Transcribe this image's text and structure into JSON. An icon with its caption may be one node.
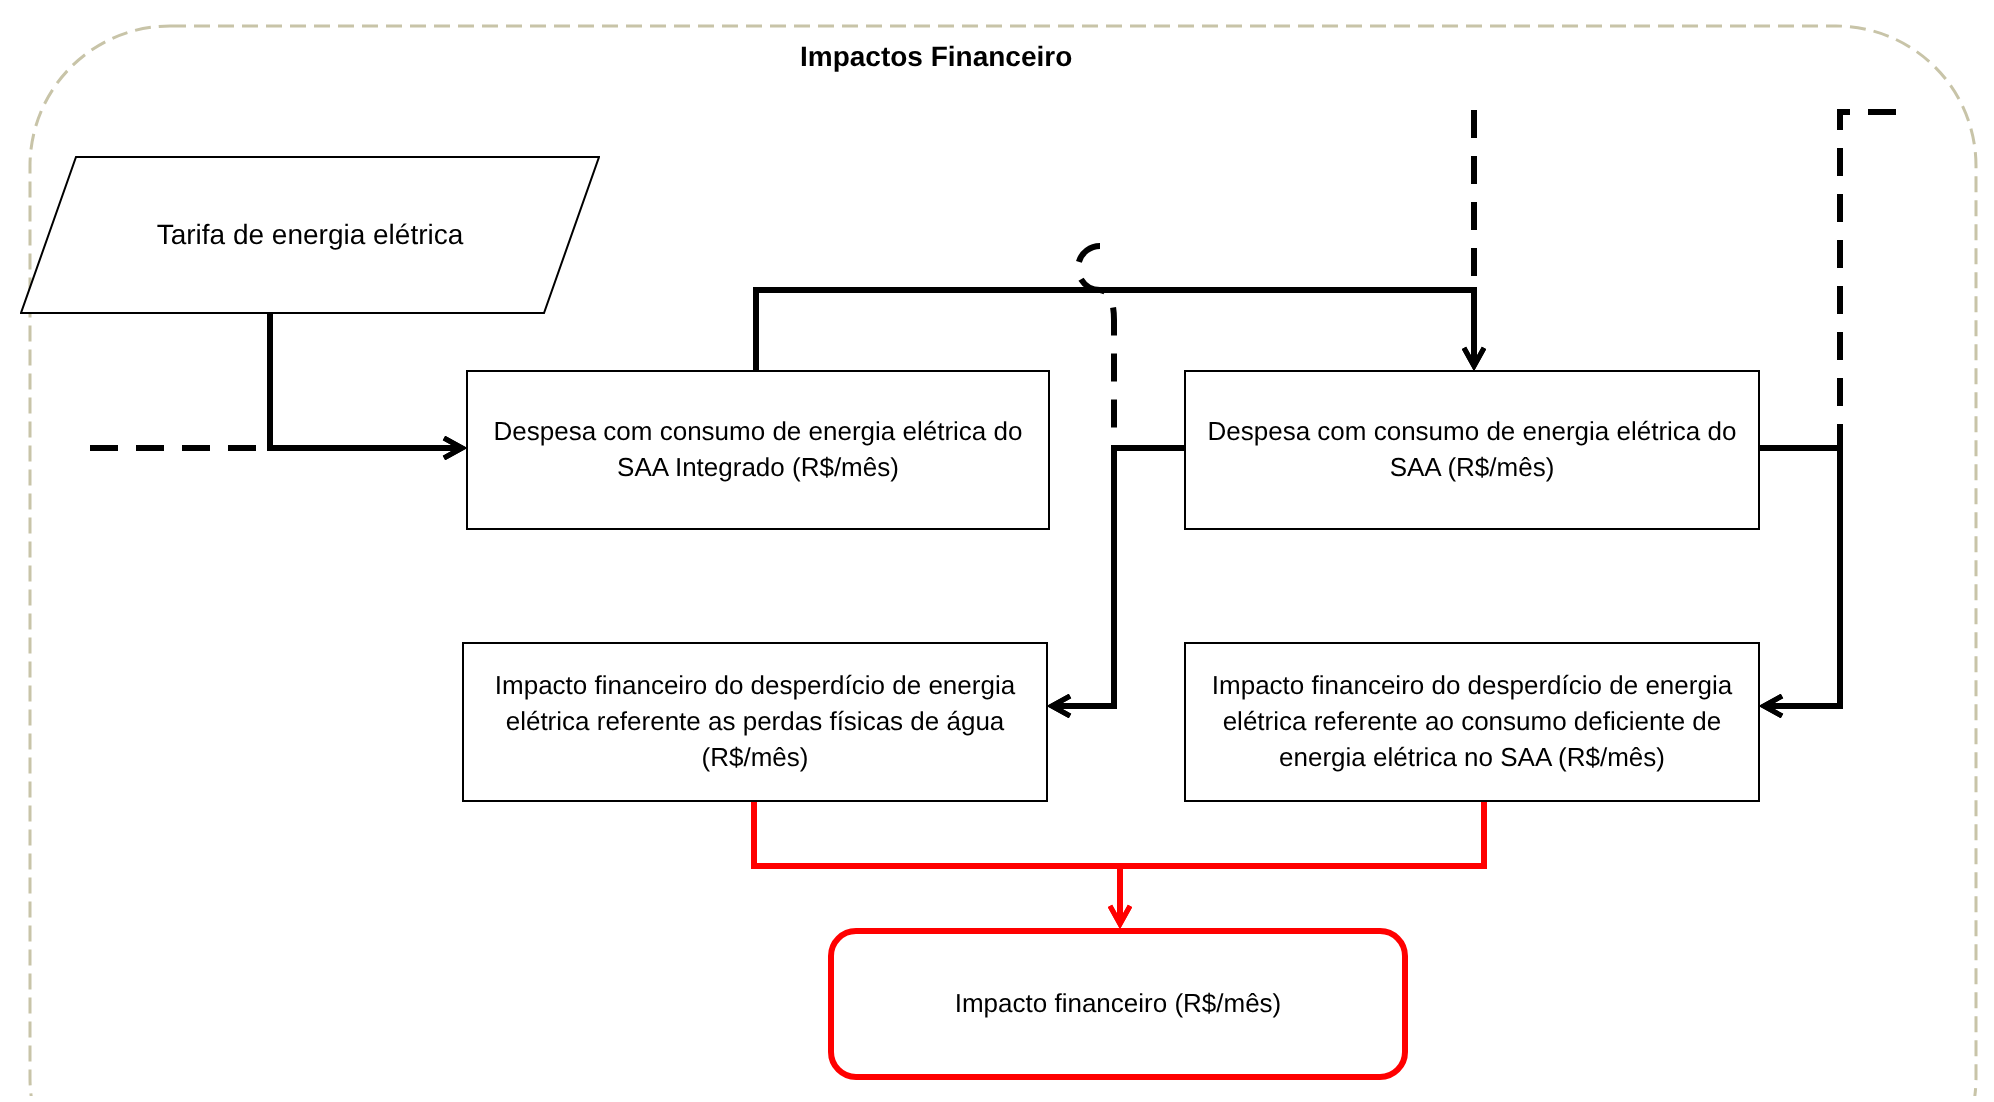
{
  "diagram": {
    "nodes": [
      {
        "text": [
          "Impactos Financeiro"
        ]
      },
      {
        "text": [
          "Tarifa de energia elétrica"
        ],
        "in": 0
      },
      {
        "text": [
          "Despesa com consumo de energia elétrica do SAA Integrado (R$/mês)"
        ],
        "in": 0
      },
      {
        "text": [
          "Despesa com consumo de energia elétrica do SAA (R$/mês)"
        ],
        "in": 0
      },
      {
        "text": [
          "Impacto financeiro do desperdício de energia elétrica referente as perdas físicas de água (R$/mês)"
        ],
        "in": 0
      },
      {
        "text": [
          "Impacto financeiro do desperdício de energia elétrica referente ao consumo deficiente de energia elétrica no SAA (R$/mês)"
        ],
        "in": 0
      },
      {
        "text": [
          "Impacto financeiro (R$/mês)"
        ],
        "in": 0
      }
    ],
    "edges": [
      {
        "from": 1,
        "to": 2,
        "arrow": "to"
      },
      {
        "from": null,
        "to": 2,
        "arrow": "to",
        "style": "dashed"
      },
      {
        "from": 2,
        "to": 3,
        "arrow": "to"
      },
      {
        "from": null,
        "to": 3,
        "arrow": "to",
        "style": "dashed"
      },
      {
        "from": 3,
        "to": 4,
        "arrow": "to"
      },
      {
        "from": null,
        "to": 4,
        "arrow": "to",
        "style": "dashed"
      },
      {
        "from": 3,
        "to": 5,
        "arrow": "to"
      },
      {
        "from": null,
        "to": 5,
        "arrow": "to",
        "style": "dashed"
      },
      {
        "from": 4,
        "to": 6,
        "arrow": "to",
        "color": "#ff0000"
      },
      {
        "from": 5,
        "to": 6,
        "arrow": "to",
        "color": "#ff0000"
      }
    ]
  }
}
